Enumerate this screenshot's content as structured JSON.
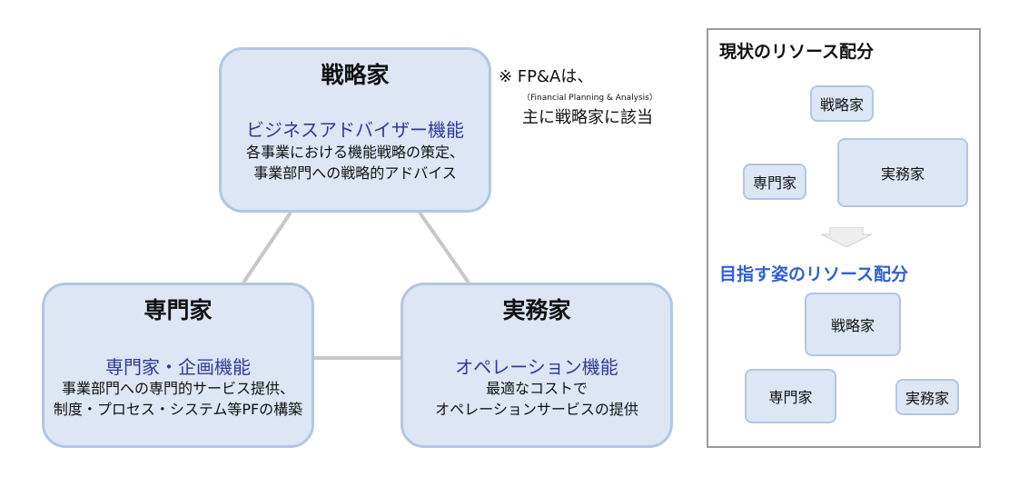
{
  "strategist": {
    "title": "戦略家",
    "function": "ビジネスアドバイザー機能",
    "desc_line1": "各事業における機能戦略の策定、",
    "desc_line2": "事業部門への戦略的アドバイス"
  },
  "specialist": {
    "title": "専門家",
    "function": "専門家・企画機能",
    "desc_line1": "事業部門への専門的サービス提供、",
    "desc_line2": "制度・プロセス・システム等PFの構築"
  },
  "practitioner": {
    "title": "実務家",
    "function": "オペレーション機能",
    "desc_line1": "最適なコストで",
    "desc_line2": "オペレーションサービスの提供"
  },
  "note": {
    "line1": "※  FP&Aは、",
    "sub": "（Financial Planning & Analysis）",
    "line2": "主に戦略家に該当"
  },
  "current": {
    "title": "現状のリソース配分",
    "strategist": "戦略家",
    "specialist": "専門家",
    "practitioner": "実務家"
  },
  "target": {
    "title": "目指す姿のリソース配分",
    "strategist": "戦略家",
    "specialist": "専門家",
    "practitioner": "実務家"
  },
  "colors": {
    "node_fill": "#dce6f4",
    "node_border": "#b3c6e3",
    "function_text": "#2f3a9a",
    "target_title": "#2f5fd6",
    "connector": "#c8c8c8"
  }
}
